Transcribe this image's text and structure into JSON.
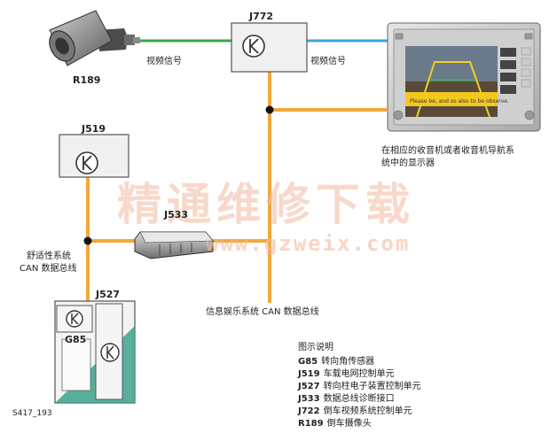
{
  "components": {
    "camera": {
      "code": "R189"
    },
    "j772": {
      "code": "J772"
    },
    "j519": {
      "code": "J519"
    },
    "j533": {
      "code": "J533"
    },
    "j527": {
      "code": "J527"
    },
    "g85": {
      "code": "G85"
    }
  },
  "labels": {
    "video_signal_left": "视频信号",
    "video_signal_right": "视频信号",
    "display_caption_line1": "在相应的收音机或者收音机导航系",
    "display_caption_line2": "统中的显示器",
    "comfort_can_line1": "舒适性系统",
    "comfort_can_line2": "CAN 数据总线",
    "infotainment_can": "信息娱乐系统 CAN 数据总线",
    "figure_id": "S417_193",
    "display_warning": "Please be, and so also to be observe."
  },
  "watermark": {
    "chinese": "精通维修下载",
    "url": "www.gzweix.com"
  },
  "legend": {
    "title": "图示说明",
    "items": [
      {
        "code": "G85",
        "text": "转向角传感器"
      },
      {
        "code": "J519",
        "text": "车载电网控制单元"
      },
      {
        "code": "J527",
        "text": "转向柱电子装置控制单元"
      },
      {
        "code": "J533",
        "text": "数据总线诊断接口"
      },
      {
        "code": "J722",
        "text": "倒车视频系统控制单元"
      },
      {
        "code": "R189",
        "text": "倒车摄像头"
      }
    ]
  },
  "colors": {
    "can_bus": "#f2a83a",
    "video_green": "#3aa34a",
    "video_blue": "#3aa6d8",
    "module_fill": "#f0f0f0",
    "module_border": "#555555"
  }
}
